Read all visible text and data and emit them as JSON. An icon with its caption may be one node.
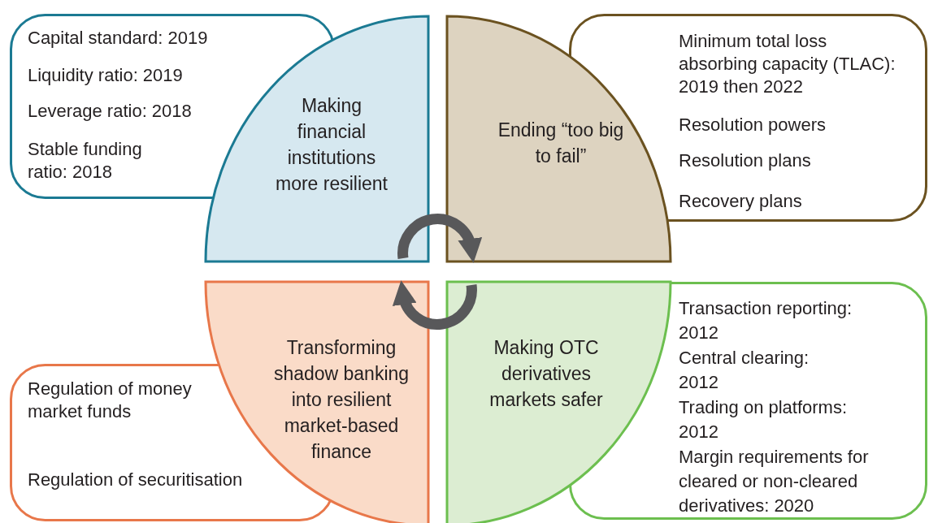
{
  "diagram": {
    "nodes": [
      {
        "text": [
          "Capital standard: 2019",
          "Liquidity ratio: 2019",
          "Leverage ratio: 2018",
          "Stable funding ratio: 2018"
        ]
      },
      {
        "text": [
          "Making financial institutions more resilient"
        ]
      },
      {
        "text": [
          "Ending “too big to fail”"
        ]
      },
      {
        "text": [
          "Minimum total loss absorbing capacity (TLAC): 2019 then 2022",
          "Resolution powers",
          "Resolution plans",
          "Recovery plans"
        ]
      },
      {
        "text": [
          "Regulation of money market funds",
          "Regulation of securitisation"
        ]
      },
      {
        "text": [
          "Transforming shadow banking into resilient market-based finance"
        ]
      },
      {
        "text": [
          "Making OTC derivatives markets safer"
        ]
      },
      {
        "text": [
          "Transaction reporting: 2012",
          "Central clearing: 2012",
          "Trading on platforms: 2012",
          "Margin requirements for cleared or non-cleared derivatives: 2020"
        ]
      }
    ],
    "edges": [
      {
        "from": 1,
        "to": 2,
        "arrow": "to"
      },
      {
        "from": 6,
        "to": 5,
        "arrow": "to"
      }
    ]
  }
}
